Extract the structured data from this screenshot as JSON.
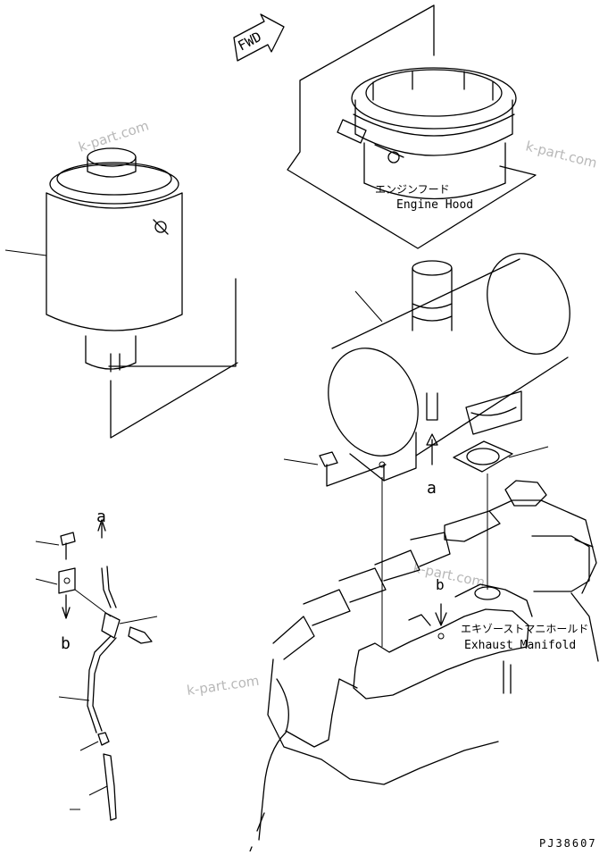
{
  "fwd_label": "FWD",
  "engine_hood": {
    "jp": "エンジンフード",
    "en": "Engine Hood"
  },
  "exhaust_manifold": {
    "jp": "エキゾーストマニホールド",
    "en": "Exhaust Manifold"
  },
  "arrow_labels": {
    "a": "a",
    "b": "b"
  },
  "drawing_number": "PJ38607",
  "watermark": "k-part.com"
}
